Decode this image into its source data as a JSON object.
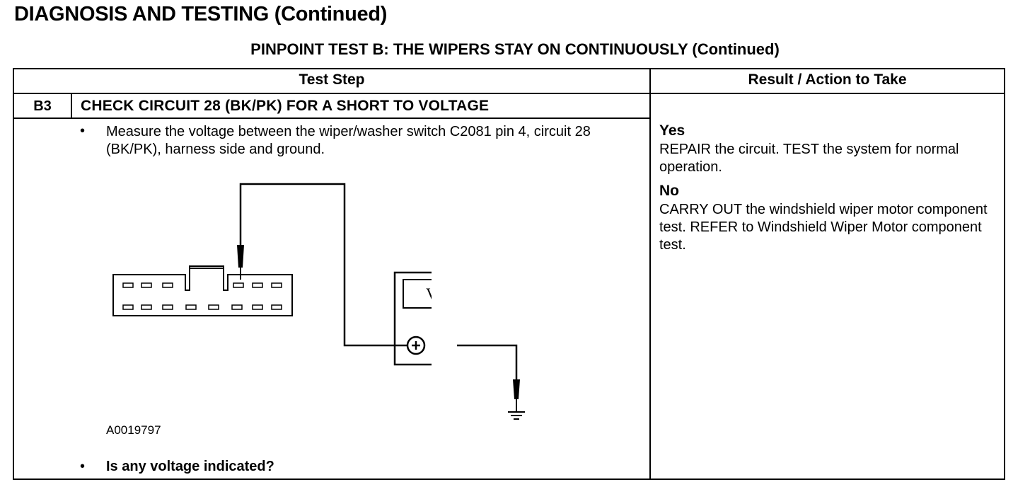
{
  "heading": "DIAGNOSIS AND TESTING (Continued)",
  "test_title": "PINPOINT TEST B: THE WIPERS STAY ON CONTINUOUSLY (Continued)",
  "columns": {
    "test_step": "Test Step",
    "result_action": "Result / Action to Take"
  },
  "step": {
    "id": "B3",
    "title": "CHECK CIRCUIT 28 (BK/PK) FOR A SHORT TO VOLTAGE",
    "bullet_char": "•",
    "instruction": "Measure the voltage between the wiper/washer switch C2081 pin 4, circuit 28 (BK/PK), harness side and ground.",
    "figure_id": "A0019797",
    "meter_symbol": "V",
    "question": "Is any voltage indicated?"
  },
  "results": [
    {
      "label": "Yes",
      "action": "REPAIR the circuit. TEST the system for normal operation."
    },
    {
      "label": "No",
      "action": "CARRY OUT the windshield wiper motor component test. REFER to Windshield Wiper Motor component test."
    }
  ]
}
